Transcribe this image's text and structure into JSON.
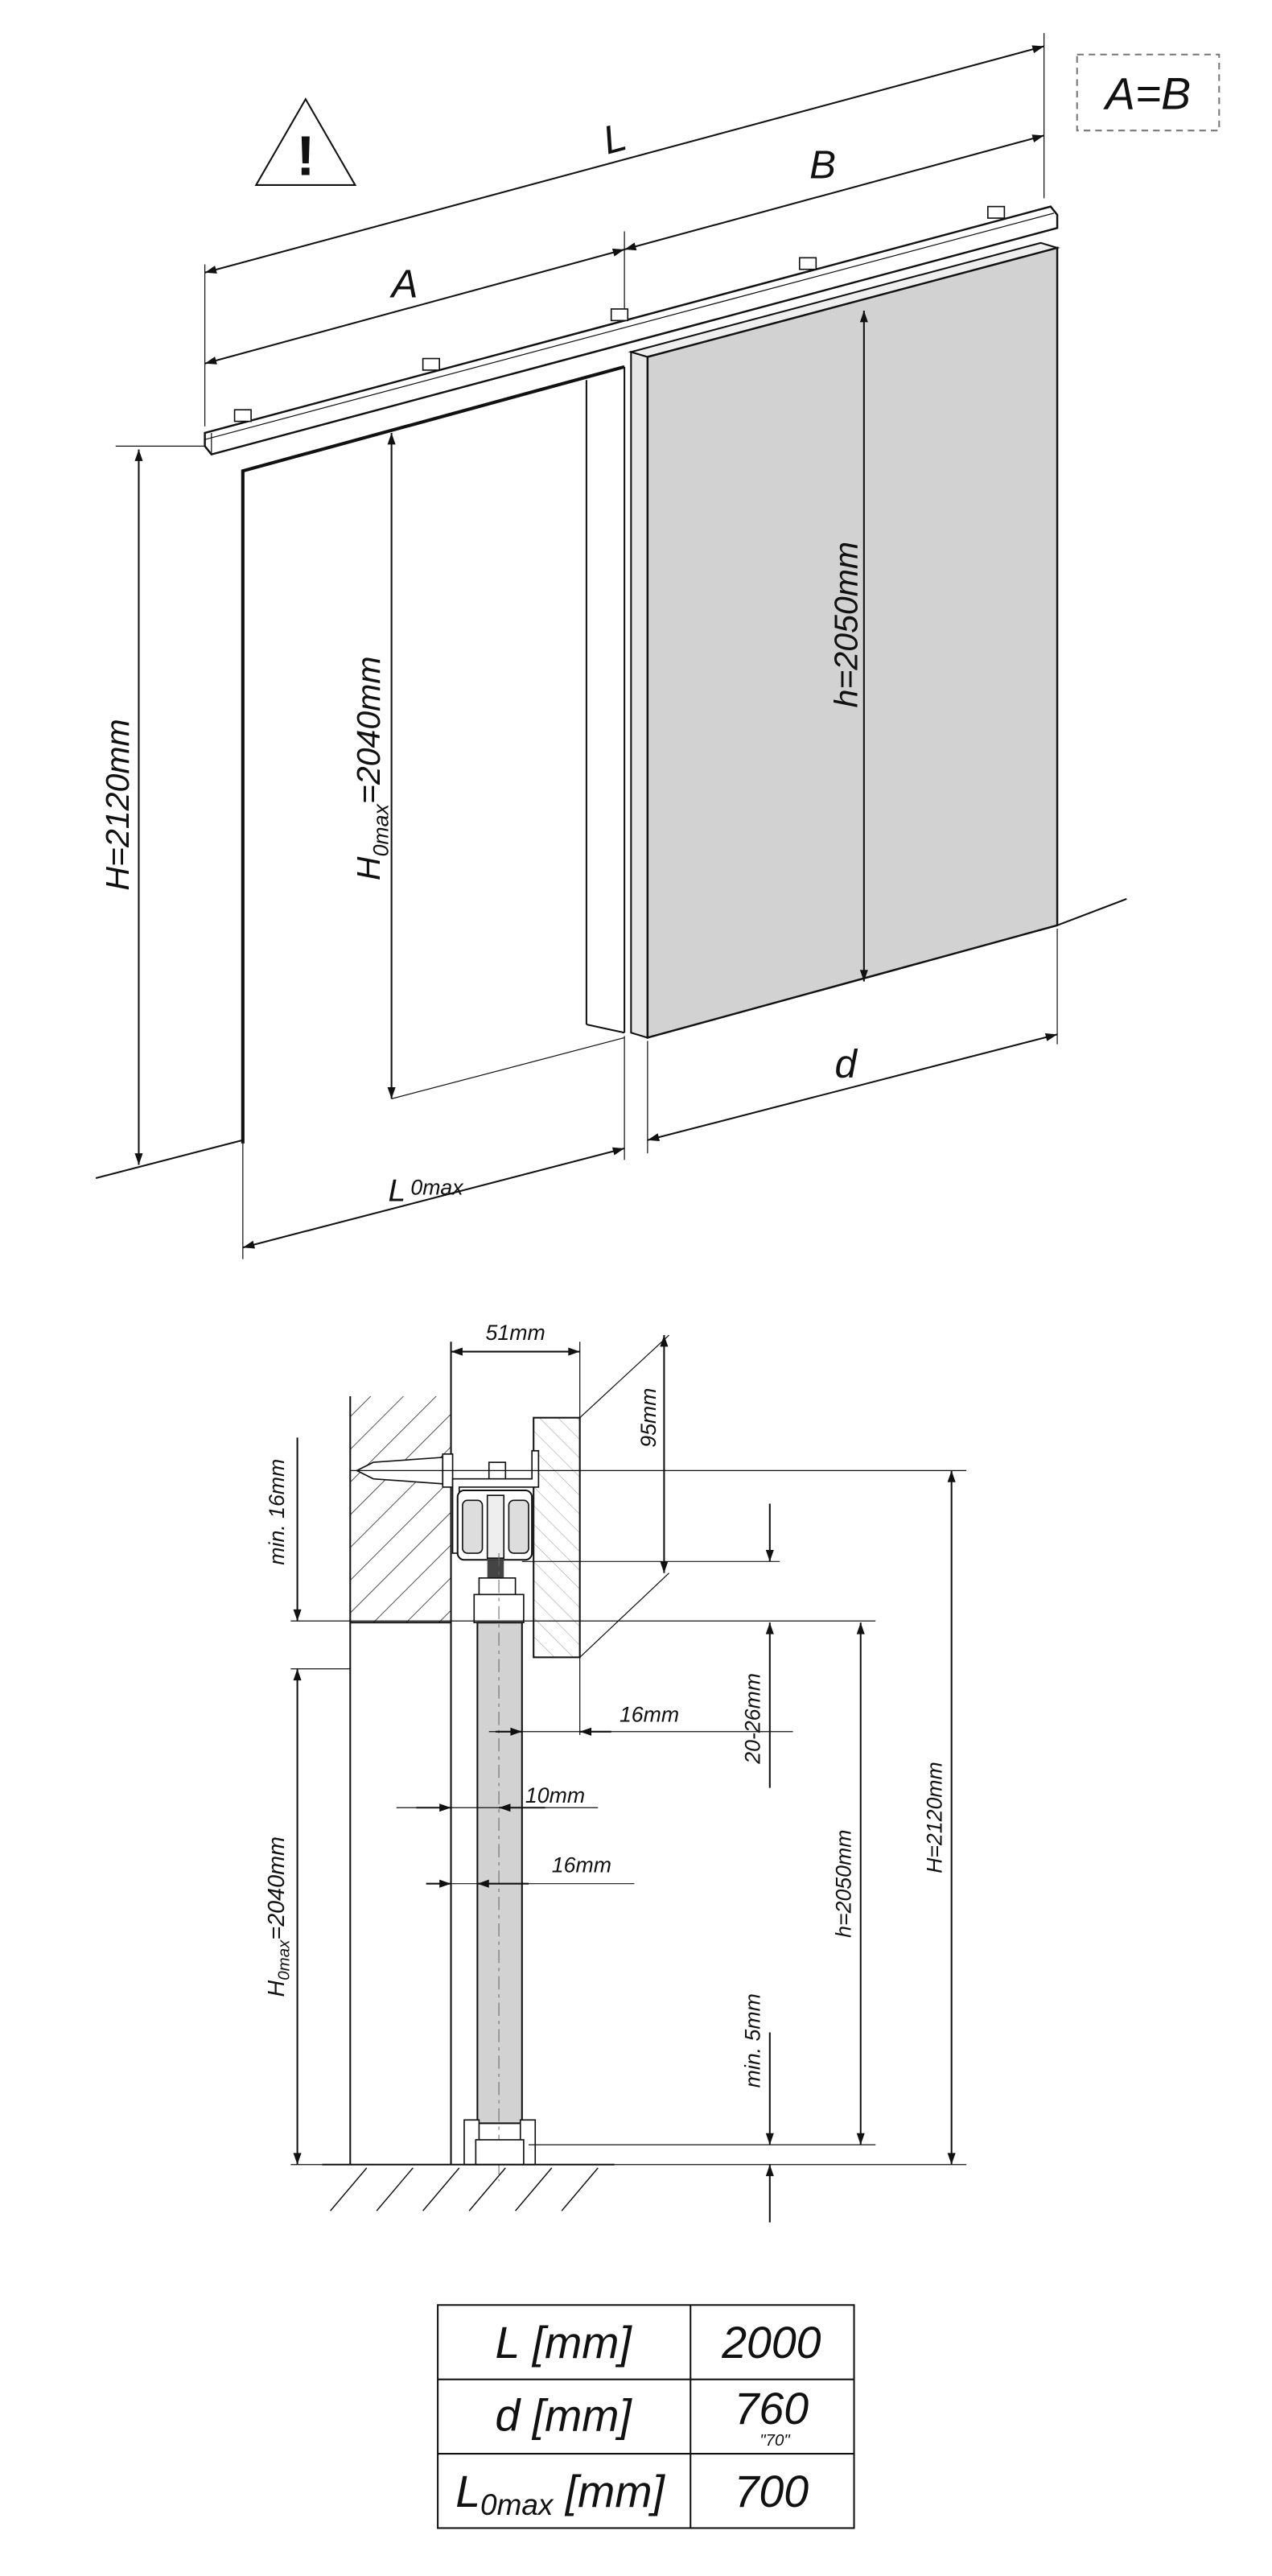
{
  "top_view": {
    "warning_symbol": "!",
    "equality_note": "A=B",
    "labels": {
      "L": "L",
      "A": "A",
      "B": "B",
      "H": "H=2120mm",
      "H0max_prefix": "H",
      "H0max_sub": "0max",
      "H0max_value": "=2040mm",
      "h": "h=2050mm",
      "d": "d",
      "L0max_prefix": "L",
      "L0max_sub": "0max"
    }
  },
  "section_view": {
    "labels": {
      "width_51": "51mm",
      "height_95": "95mm",
      "min_16": "min. 16mm",
      "H0max_prefix": "H",
      "H0max_sub": "0max",
      "H0max_value": "=2040mm",
      "gap_20_26": "20-26mm",
      "h": "h=2050mm",
      "H": "H=2120mm",
      "min_5": "min. 5mm",
      "offset_16_top": "16mm",
      "offset_10": "10mm",
      "offset_16_bottom": "16mm"
    }
  },
  "spec_table": {
    "rows": [
      {
        "label_main": "L",
        "label_sub": "",
        "label_unit": " [mm]",
        "value": "2000",
        "note": ""
      },
      {
        "label_main": "d",
        "label_sub": "",
        "label_unit": " [mm]",
        "value": "760",
        "note": "\"70\""
      },
      {
        "label_main": "L",
        "label_sub": "0max",
        "label_unit": " [mm]",
        "value": "700",
        "note": ""
      }
    ]
  },
  "colors": {
    "door_fill": "#d2d2d2",
    "line": "#111111"
  }
}
